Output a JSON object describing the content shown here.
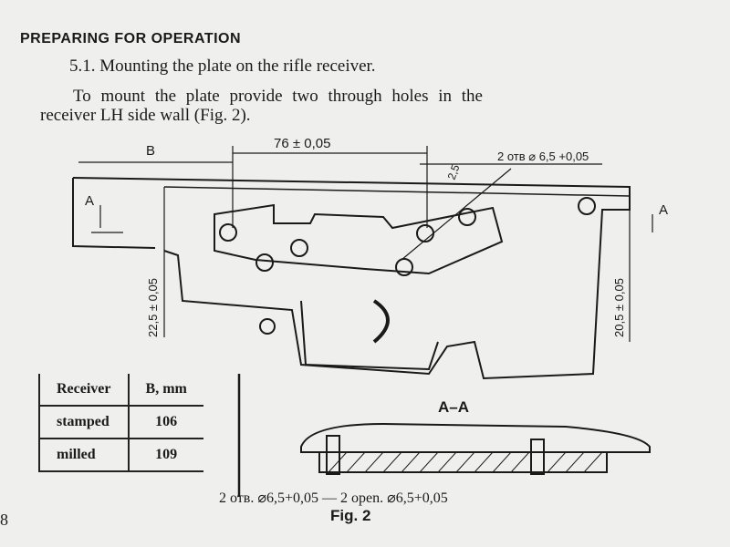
{
  "section_heading": "PREPARING FOR OPERATION",
  "subsection_title": "5.1. Mounting the plate on the rifle receiver.",
  "paragraph_line1": "To mount the plate provide two through holes in the",
  "paragraph_line2": "receiver LH side wall (Fig. 2).",
  "figure": {
    "dim_b": "B",
    "dim_76": "76 ± 0,05",
    "dim_holes": "2 отв ⌀ 6,5 +0,05",
    "dim_2_5": "2,5",
    "section_mark_left": "A",
    "section_mark_right": "A",
    "dim_22_5": "22,5 ± 0,05",
    "dim_20_5": "20,5 ± 0,05",
    "section_label": "A–A"
  },
  "table": {
    "headers": [
      "Receiver",
      "B, mm"
    ],
    "rows": [
      [
        "stamped",
        "106"
      ],
      [
        "milled",
        "109"
      ]
    ]
  },
  "caption": "2 отв. ⌀6,5+0,05 — 2 open. ⌀6,5+0,05",
  "figure_label": "Fig. 2",
  "page_number": "8"
}
